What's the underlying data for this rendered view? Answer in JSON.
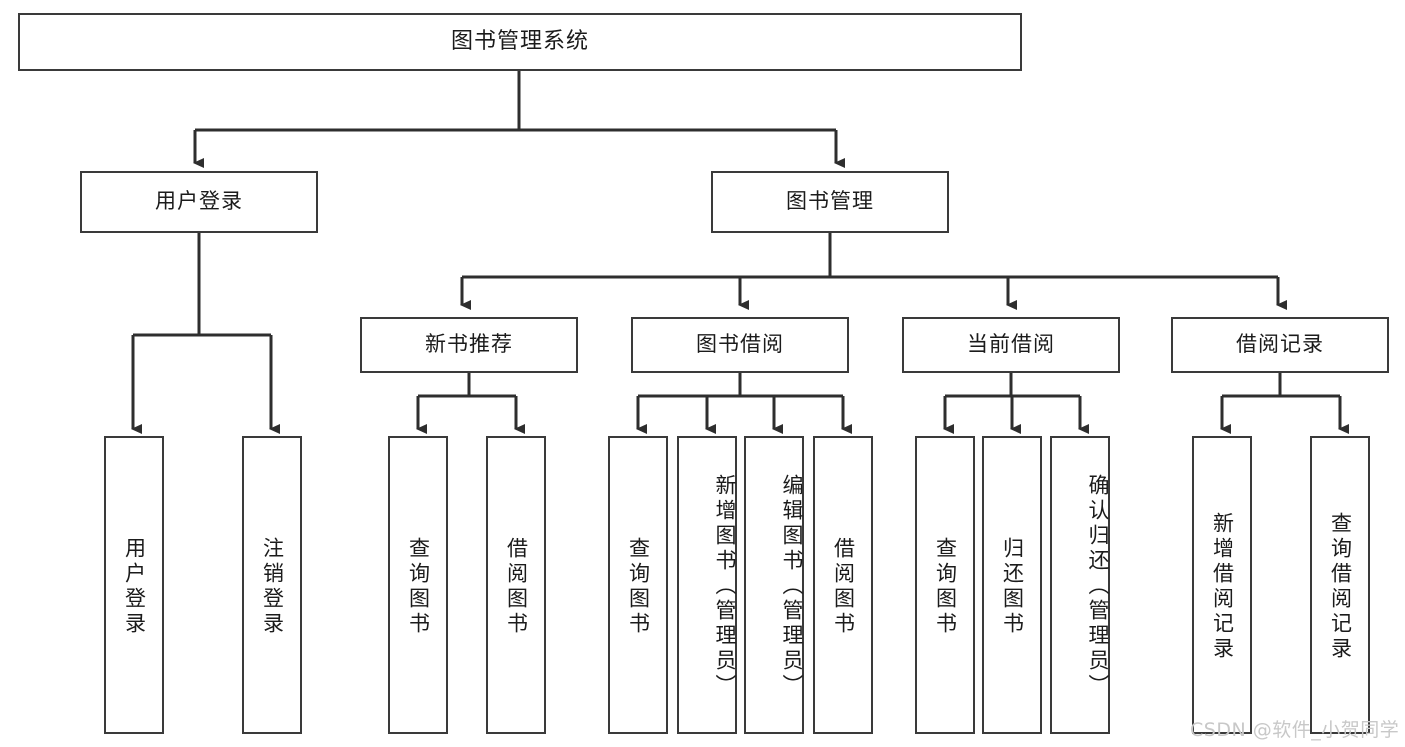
{
  "diagram": {
    "title": "图书管理系统",
    "type": "tree-hierarchy",
    "watermark": "CSDN @软件_小贺同学",
    "colors": {
      "stroke": "#3a3a3a",
      "fill": "#ffffff",
      "text": "#1b1b1b",
      "watermark": "#c8c8c8"
    },
    "levels": {
      "root": {
        "label": "图书管理系统"
      },
      "level2": [
        {
          "label": "用户登录"
        },
        {
          "label": "图书管理"
        }
      ],
      "level3": [
        {
          "label": "新书推荐"
        },
        {
          "label": "图书借阅"
        },
        {
          "label": "当前借阅"
        },
        {
          "label": "借阅记录"
        }
      ],
      "leaves": {
        "user_login": [
          {
            "label": "用户登录"
          },
          {
            "label": "注销登录"
          }
        ],
        "new_book_recommend": [
          {
            "label": "查询图书"
          },
          {
            "label": "借阅图书"
          }
        ],
        "book_borrow": [
          {
            "label": "查询图书"
          },
          {
            "label": "新增图书（管理员）"
          },
          {
            "label": "编辑图书（管理员）"
          },
          {
            "label": "借阅图书"
          }
        ],
        "current_borrow": [
          {
            "label": "查询图书"
          },
          {
            "label": "归还图书"
          },
          {
            "label": "确认归还（管理员）"
          }
        ],
        "borrow_record": [
          {
            "label": "新增借阅记录"
          },
          {
            "label": "查询借阅记录"
          }
        ]
      }
    }
  }
}
